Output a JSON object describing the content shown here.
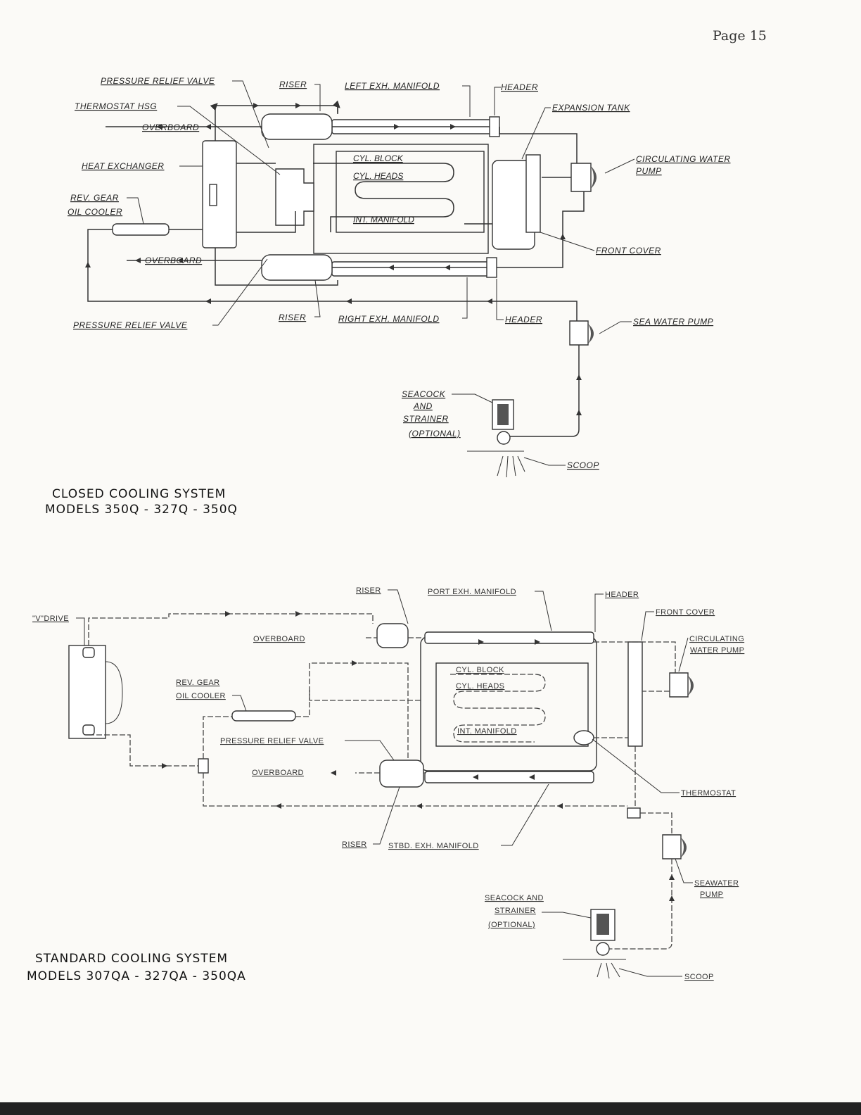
{
  "page_number": "Page 15",
  "top_diagram": {
    "title_line1": "CLOSED COOLING SYSTEM",
    "title_line2": "MODELS 350Q - 327Q - 350Q",
    "labels": {
      "pressure_relief_valve_top": "PRESSURE RELIEF VALVE",
      "riser_top": "RISER",
      "left_exh_manifold": "LEFT EXH. MANIFOLD",
      "header_top": "HEADER",
      "thermostat_hsg": "THERMOSTAT HSG",
      "expansion_tank": "EXPANSION TANK",
      "overboard_top": "OVERBOARD",
      "circulating_water_pump_1": "CIRCULATING WATER",
      "circulating_water_pump_2": "PUMP",
      "heat_exchanger": "HEAT EXCHANGER",
      "rev_gear_1": "REV. GEAR",
      "rev_gear_2": "OIL COOLER",
      "cyl_block": "CYL. BLOCK",
      "cyl_heads": "CYL. HEADS",
      "int_manifold": "INT. MANIFOLD",
      "front_cover": "FRONT COVER",
      "overboard_bottom": "OVERBOARD",
      "riser_bottom": "RISER",
      "right_exh_manifold": "RIGHT EXH. MANIFOLD",
      "header_bottom": "HEADER",
      "pressure_relief_valve_bottom": "PRESSURE RELIEF VALVE",
      "sea_water_pump": "SEA WATER PUMP",
      "seacock_1": "SEACOCK",
      "seacock_2": "AND",
      "seacock_3": "STRAINER",
      "seacock_4": "(OPTIONAL)",
      "scoop": "SCOOP"
    }
  },
  "bottom_diagram": {
    "title_line1": "STANDARD COOLING SYSTEM",
    "title_line2": "MODELS 307QA - 327QA - 350QA",
    "labels": {
      "v_drive": "\"V\"DRIVE",
      "riser_top": "RISER",
      "port_exh_manifold": "PORT EXH. MANIFOLD",
      "header": "HEADER",
      "front_cover": "FRONT COVER",
      "overboard_top": "OVERBOARD",
      "circulating_1": "CIRCULATING",
      "circulating_2": "WATER PUMP",
      "cyl_block": "CYL. BLOCK",
      "cyl_heads": "CYL. HEADS",
      "rev_gear_1": "REV. GEAR",
      "rev_gear_2": "OIL COOLER",
      "int_manifold": "INT. MANIFOLD",
      "pressure_relief_valve": "PRESSURE RELIEF VALVE",
      "overboard_bottom": "OVERBOARD",
      "thermostat": "THERMOSTAT",
      "riser_bottom": "RISER",
      "stbd_exh_manifold": "STBD. EXH. MANIFOLD",
      "seawater_pump_1": "SEAWATER",
      "seawater_pump_2": "PUMP",
      "seacock_1": "SEACOCK AND",
      "seacock_2": "STRAINER",
      "seacock_3": "(OPTIONAL)",
      "scoop": "SCOOP"
    }
  }
}
